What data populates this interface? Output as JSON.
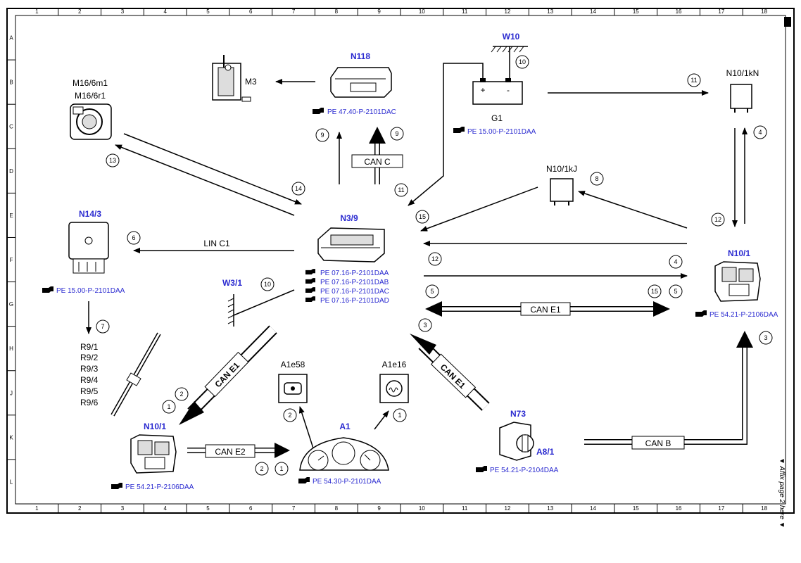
{
  "grid": {
    "cols": [
      "1",
      "2",
      "3",
      "4",
      "5",
      "6",
      "7",
      "8",
      "9",
      "10",
      "11",
      "12",
      "13",
      "14",
      "15",
      "16",
      "17",
      "18"
    ],
    "rows": [
      "A",
      "B",
      "C",
      "D",
      "E",
      "F",
      "G",
      "H",
      "J",
      "K",
      "L"
    ]
  },
  "components": {
    "w10": {
      "name": "W10"
    },
    "n118": {
      "name": "N118",
      "ref": "PE 47.40-P-2101DAC"
    },
    "m3": {
      "name": "M3"
    },
    "m16": {
      "name1": "M16/6m1",
      "name2": "M16/6r1"
    },
    "g1": {
      "name": "G1",
      "plus": "+",
      "minus": "-",
      "ref": "PE 15.00-P-2101DAA"
    },
    "n10_1kn": {
      "name": "N10/1kN"
    },
    "n10_1kj": {
      "name": "N10/1kJ"
    },
    "n14_3": {
      "name": "N14/3",
      "ref": "PE 15.00-P-2101DAA"
    },
    "n3_9": {
      "name": "N3/9",
      "refs": [
        "PE 07.16-P-2101DAA",
        "PE 07.16-P-2101DAB",
        "PE 07.16-P-2101DAC",
        "PE 07.16-P-2101DAD"
      ]
    },
    "n10_1_right": {
      "name": "N10/1",
      "ref": "PE 54.21-P-2106DAA"
    },
    "w3_1": {
      "name": "W3/1"
    },
    "r9": {
      "items": [
        "R9/1",
        "R9/2",
        "R9/3",
        "R9/4",
        "R9/5",
        "R9/6"
      ]
    },
    "n10_1_left": {
      "name": "N10/1",
      "ref": "PE 54.21-P-2106DAA"
    },
    "a1e58": {
      "name": "A1e58"
    },
    "a1e16": {
      "name": "A1e16"
    },
    "a1": {
      "name": "A1",
      "ref": "PE 54.30-P-2101DAA"
    },
    "n73": {
      "name": "N73"
    },
    "a8_1": {
      "name": "A8/1",
      "ref": "PE 54.21-P-2104DAA"
    }
  },
  "buses": {
    "can_c": "CAN C",
    "lin_c1": "LIN C1",
    "can_e1": "CAN E1",
    "can_e2": "CAN E2",
    "can_b": "CAN B"
  },
  "circles": {
    "c1": "1",
    "c2": "2",
    "c3": "3",
    "c4": "4",
    "c5": "5",
    "c6": "6",
    "c7": "7",
    "c8": "8",
    "c9": "9",
    "c10": "10",
    "c11": "11",
    "c12": "12",
    "c13": "13",
    "c14": "14",
    "c15": "15"
  },
  "side_note": "▼ Affix page 2 here ▼"
}
